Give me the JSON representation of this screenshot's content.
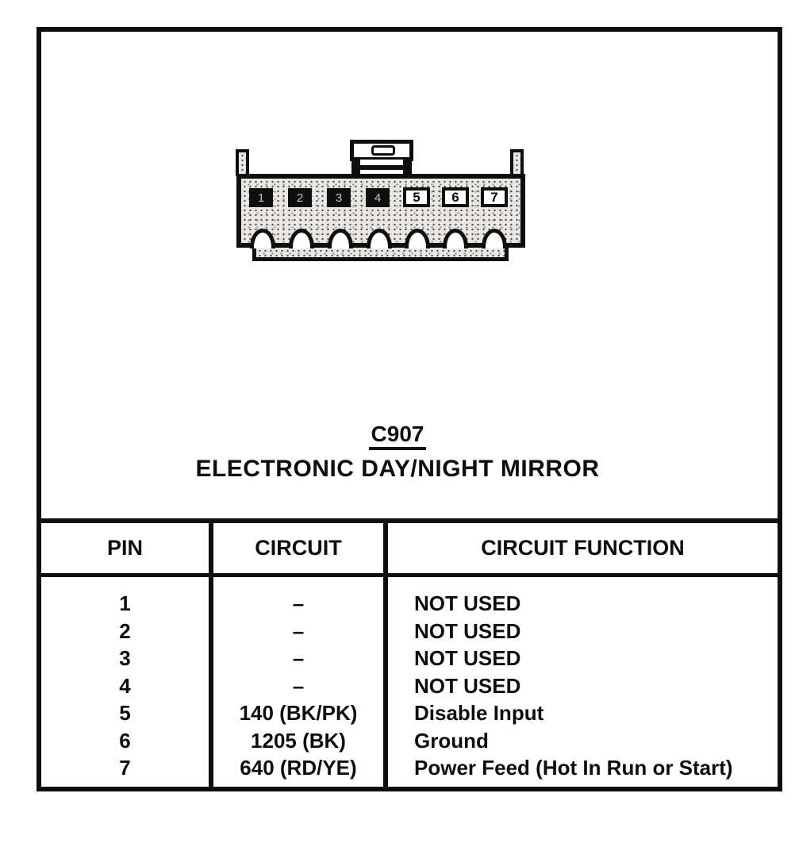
{
  "connector": {
    "id_label": "C907",
    "name_label": "ELECTRONIC DAY/NIGHT MIRROR",
    "pins": [
      {
        "label": "1",
        "style": "filled"
      },
      {
        "label": "2",
        "style": "filled"
      },
      {
        "label": "3",
        "style": "filled"
      },
      {
        "label": "4",
        "style": "filled"
      },
      {
        "label": "5",
        "style": "open"
      },
      {
        "label": "6",
        "style": "open"
      },
      {
        "label": "7",
        "style": "open"
      }
    ],
    "cavity_count": 7
  },
  "table": {
    "headers": [
      "PIN",
      "CIRCUIT",
      "CIRCUIT FUNCTION"
    ],
    "rows": [
      {
        "pin": "1",
        "circuit": "–",
        "function": "NOT USED"
      },
      {
        "pin": "2",
        "circuit": "–",
        "function": "NOT USED"
      },
      {
        "pin": "3",
        "circuit": "–",
        "function": "NOT USED"
      },
      {
        "pin": "4",
        "circuit": "–",
        "function": "NOT USED"
      },
      {
        "pin": "5",
        "circuit": "140 (BK/PK)",
        "function": "Disable Input"
      },
      {
        "pin": "6",
        "circuit": "1205 (BK)",
        "function": "Ground"
      },
      {
        "pin": "7",
        "circuit": "640 (RD/YE)",
        "function": "Power Feed (Hot In Run or Start)"
      }
    ]
  },
  "colors": {
    "ink": "#0e0e0e",
    "paper": "#ffffff",
    "connector_fill": "#e8e7e4"
  }
}
